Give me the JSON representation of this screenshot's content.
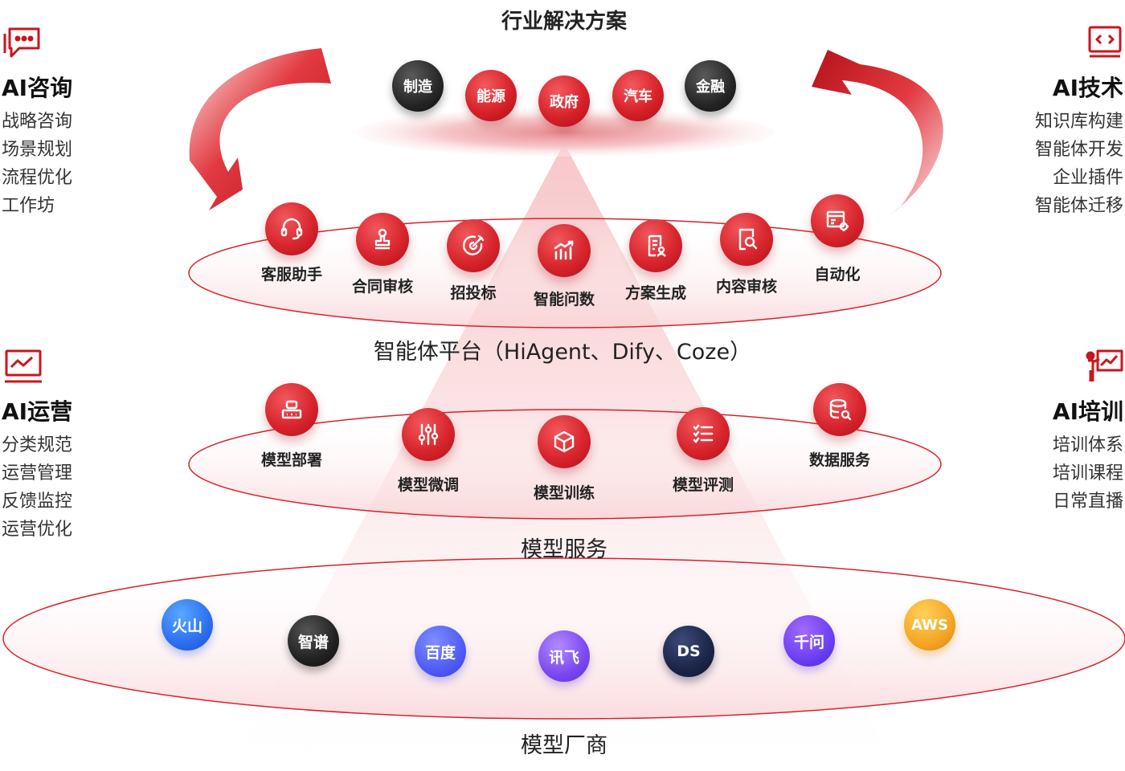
{
  "titles": {
    "industry": "行业解决方案",
    "platform": "智能体平台（HiAgent、Dify、Coze）",
    "model_service": "模型服务",
    "model_vendor": "模型厂商"
  },
  "colors": {
    "accent": "#d8222a",
    "dark": "#222222"
  },
  "industries": [
    {
      "label": "制造",
      "style": "black"
    },
    {
      "label": "能源",
      "style": "red"
    },
    {
      "label": "政府",
      "style": "red"
    },
    {
      "label": "汽车",
      "style": "red"
    },
    {
      "label": "金融",
      "style": "black"
    }
  ],
  "agents": [
    {
      "label": "客服助手",
      "icon": "headset-icon"
    },
    {
      "label": "合同审核",
      "icon": "stamp-icon"
    },
    {
      "label": "招投标",
      "icon": "target-icon"
    },
    {
      "label": "智能问数",
      "icon": "bar-chart-icon"
    },
    {
      "label": "方案生成",
      "icon": "document-user-icon"
    },
    {
      "label": "内容审核",
      "icon": "document-search-icon"
    },
    {
      "label": "自动化",
      "icon": "window-gear-icon"
    }
  ],
  "services": [
    {
      "label": "模型部署",
      "icon": "deploy-icon"
    },
    {
      "label": "模型微调",
      "icon": "sliders-icon"
    },
    {
      "label": "模型训练",
      "icon": "cube-icon"
    },
    {
      "label": "模型评测",
      "icon": "checklist-icon"
    },
    {
      "label": "数据服务",
      "icon": "database-search-icon"
    }
  ],
  "vendors": [
    {
      "label": "火山",
      "style": "blue"
    },
    {
      "label": "智谱",
      "style": "black"
    },
    {
      "label": "百度",
      "style": "indigo"
    },
    {
      "label": "讯飞",
      "style": "purple"
    },
    {
      "label": "DS",
      "style": "navy"
    },
    {
      "label": "千问",
      "style": "violet"
    },
    {
      "label": "AWS",
      "style": "gold"
    }
  ],
  "side": {
    "consult": {
      "title": "AI咨询",
      "icon": "chat-bubble-icon",
      "items": [
        "战略咨询",
        "场景规划",
        "流程优化",
        "工作坊"
      ]
    },
    "tech": {
      "title": "AI技术",
      "icon": "code-window-icon",
      "items": [
        "知识库构建",
        "智能体开发",
        "企业插件",
        "智能体迁移"
      ]
    },
    "ops": {
      "title": "AI运营",
      "icon": "monitor-chart-icon",
      "items": [
        "分类规范",
        "运营管理",
        "反馈监控",
        "运营优化"
      ]
    },
    "train": {
      "title": "AI培训",
      "icon": "presenter-icon",
      "items": [
        "培训体系",
        "培训课程",
        "日常直播"
      ]
    }
  }
}
